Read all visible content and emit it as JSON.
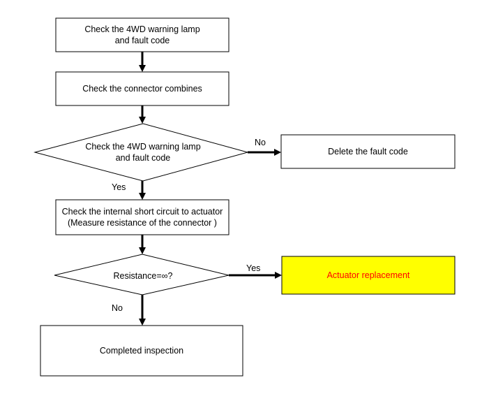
{
  "nodes": {
    "check_lamp": "Check the 4WD warning lamp\nand fault code",
    "check_connector": "Check the connector combines",
    "decision_lamp": "Check the 4WD warning lamp\nand fault code",
    "delete_code": "Delete the fault code",
    "check_short": "Check the internal short circuit to actuator\n(Measure resistance of the connector )",
    "decision_resistance": "Resistance=∞?",
    "actuator_replacement": "Actuator replacement",
    "completed": "Completed inspection"
  },
  "edge_labels": {
    "no_1": "No",
    "yes_1": "Yes",
    "yes_2": "Yes",
    "no_2": "No"
  },
  "colors": {
    "highlight_fill": "#ffff00",
    "highlight_text": "#ff0000"
  }
}
